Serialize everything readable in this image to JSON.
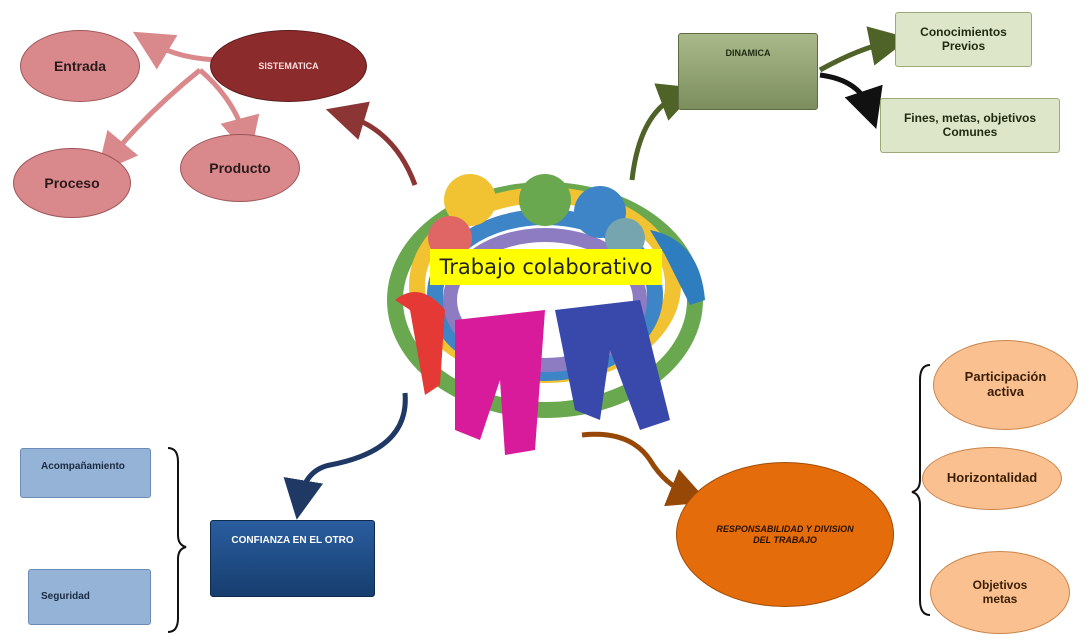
{
  "center": {
    "label": "Trabajo colaborativo",
    "icon": "people-circle-illustration"
  },
  "sistematica": {
    "title": "SISTEMATICA",
    "children": [
      "Entrada",
      "Proceso",
      "Producto"
    ]
  },
  "dinamica": {
    "title": "DINAMICA",
    "children": [
      "Conocimientos Previos",
      "Fines, metas, objetivos Comunes"
    ]
  },
  "confianza": {
    "title": "CONFIANZA EN EL OTRO",
    "children": [
      "Acompañamiento",
      "Seguridad"
    ]
  },
  "responsabilidad": {
    "title": "RESPONSABILIDAD Y DIVISION DEL TRABAJO",
    "children": [
      "Participación activa",
      "Horizontalidad",
      "Objetivos metas"
    ]
  },
  "colors": {
    "sistematica": "#8b2b2b",
    "sistematica_child": "#d9898c",
    "dinamica": "#8fa070",
    "dinamica_child": "#dde6c8",
    "confianza": "#1a4b85",
    "confianza_child": "#95b3d7",
    "responsabilidad": "#e46c0a",
    "responsabilidad_child": "#fac090"
  }
}
